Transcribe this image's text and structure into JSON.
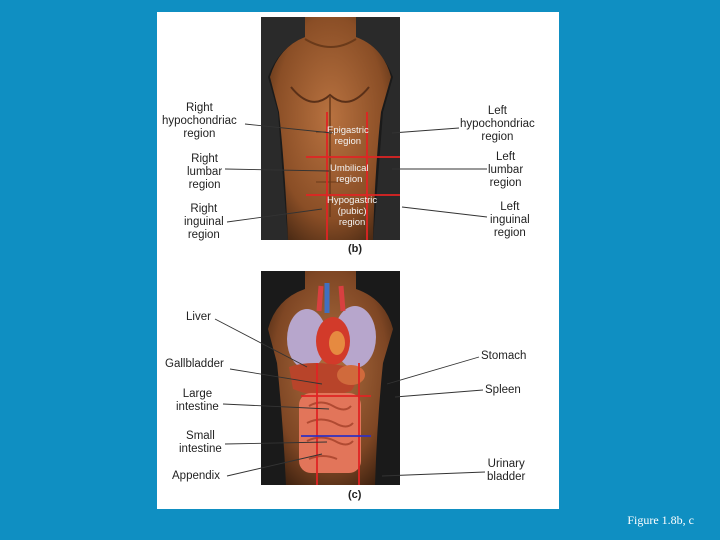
{
  "panel_b": {
    "caption": "(b)",
    "left_labels": [
      {
        "text": "Right\nhypochondriac\nregion"
      },
      {
        "text": "Right\nlumbar\nregion"
      },
      {
        "text": "Right\ninguinal\nregion"
      }
    ],
    "right_labels": [
      {
        "text": "Left\nhypochondriac\nregion"
      },
      {
        "text": "Left\nlumbar\nregion"
      },
      {
        "text": "Left\ninguinal\nregion"
      }
    ],
    "center_labels": [
      {
        "text": "Epigastric\nregion"
      },
      {
        "text": "Umbilical\nregion"
      },
      {
        "text": "Hypogastric\n(pubic)\nregion"
      }
    ]
  },
  "panel_c": {
    "caption": "(c)",
    "left_labels": [
      {
        "text": "Liver"
      },
      {
        "text": "Gallbladder"
      },
      {
        "text": "Large\nintestine"
      },
      {
        "text": "Small\nintestine"
      },
      {
        "text": "Appendix"
      }
    ],
    "right_labels": [
      {
        "text": "Stomach"
      },
      {
        "text": "Spleen"
      },
      {
        "text": "Urinary\nbladder"
      }
    ]
  },
  "figure_ref": "Figure 1.8b, c",
  "colors": {
    "background": "#0f8fc2",
    "grid_line": "#e02424",
    "blue_line": "#3030c0",
    "skin": "#9a5a2e"
  }
}
